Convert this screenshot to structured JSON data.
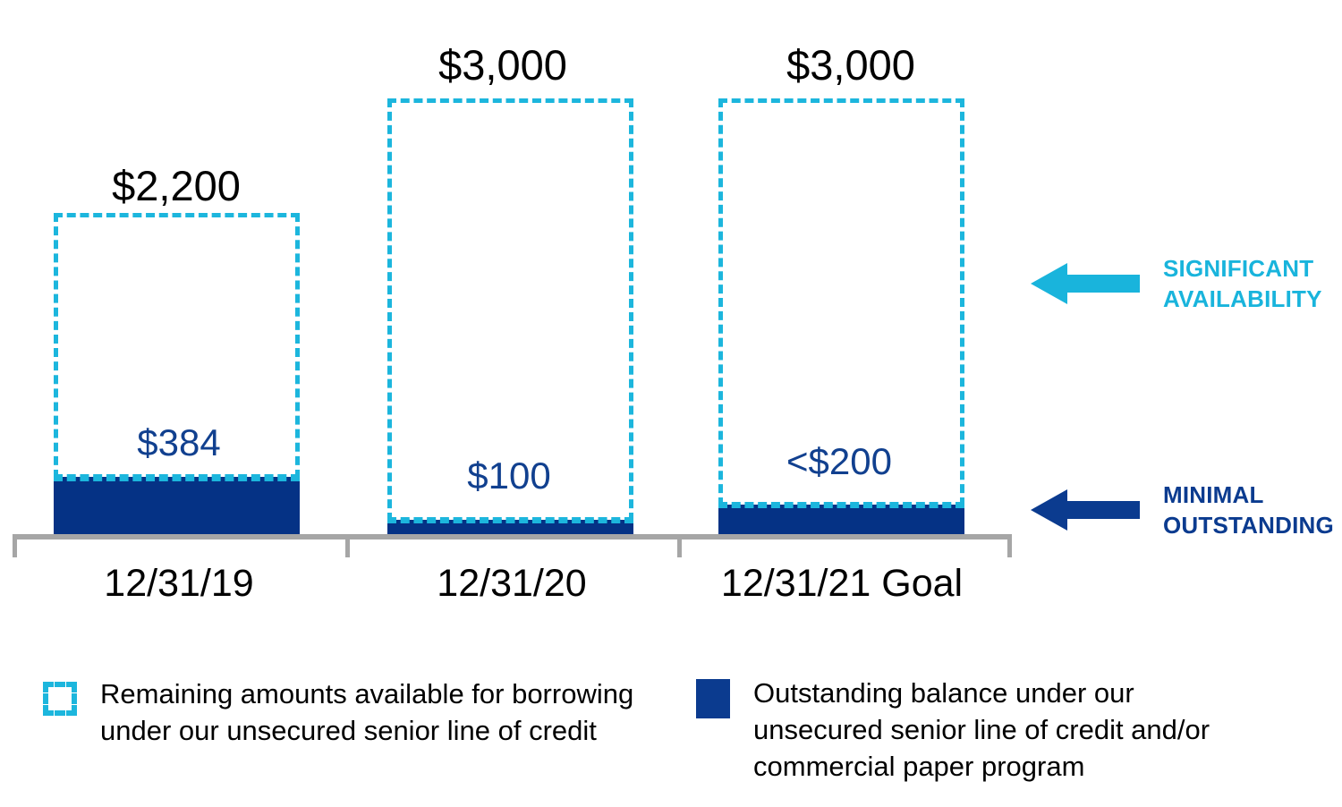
{
  "chart_data": {
    "type": "bar",
    "title": "",
    "subtitle": "",
    "xlabel": "",
    "ylabel": "",
    "grid": false,
    "ylim": [
      0,
      3400
    ],
    "categories": [
      "12/31/19",
      "12/31/20",
      "12/31/21 Goal"
    ],
    "series": [
      {
        "name": "Remaining amounts available for borrowing under our unsecured senior line of credit",
        "style": "dashed-outline",
        "color": "#1cb6dd",
        "values": [
          2200,
          3000,
          3000
        ],
        "labels": [
          "$2,200",
          "$3,000",
          "$3,000"
        ],
        "label_color": "#000000"
      },
      {
        "name": "Outstanding balance under our unsecured senior line of credit and/or commercial paper program",
        "style": "solid-fill",
        "color": "#053285",
        "values": [
          384,
          100,
          200
        ],
        "labels": [
          "$384",
          "$100",
          "<$200"
        ],
        "label_color": "#11408f"
      }
    ],
    "annotations": [
      {
        "name": "significant-availability",
        "text": "SIGNIFICANT\nAVAILABILITY",
        "color": "#19b4dc",
        "arrow": "left"
      },
      {
        "name": "minimal-outstanding",
        "text": "MINIMAL\nOUTSTANDING",
        "color": "#0b3b8f",
        "arrow": "left"
      }
    ],
    "legend_position": "bottom"
  },
  "bars": [
    {
      "category": "12/31/19",
      "total_label": "$2,200",
      "balance_label": "$384"
    },
    {
      "category": "12/31/20",
      "total_label": "$3,000",
      "balance_label": "$100"
    },
    {
      "category": "12/31/21 Goal",
      "total_label": "$3,000",
      "balance_label": "<$200"
    }
  ],
  "callouts": {
    "availability": {
      "label": "SIGNIFICANT\nAVAILABILITY",
      "color": "#19b4dc"
    },
    "outstanding": {
      "label": "MINIMAL\nOUTSTANDING",
      "color": "#0b3b8f"
    }
  },
  "legend": {
    "available": {
      "label": "Remaining amounts available for borrowing\nunder our unsecured senior line of credit",
      "color": "#1cb6dd"
    },
    "outstanding": {
      "label": "Outstanding balance under our\nunsecured senior line of credit and/or\ncommercial paper program",
      "color": "#0b3b8f"
    }
  },
  "colors": {
    "available_cyan": "#1cb6dd",
    "outstanding_navy": "#053285",
    "axis_gray": "#a6a6a6",
    "label_black": "#000000",
    "label_navy": "#11408f"
  }
}
